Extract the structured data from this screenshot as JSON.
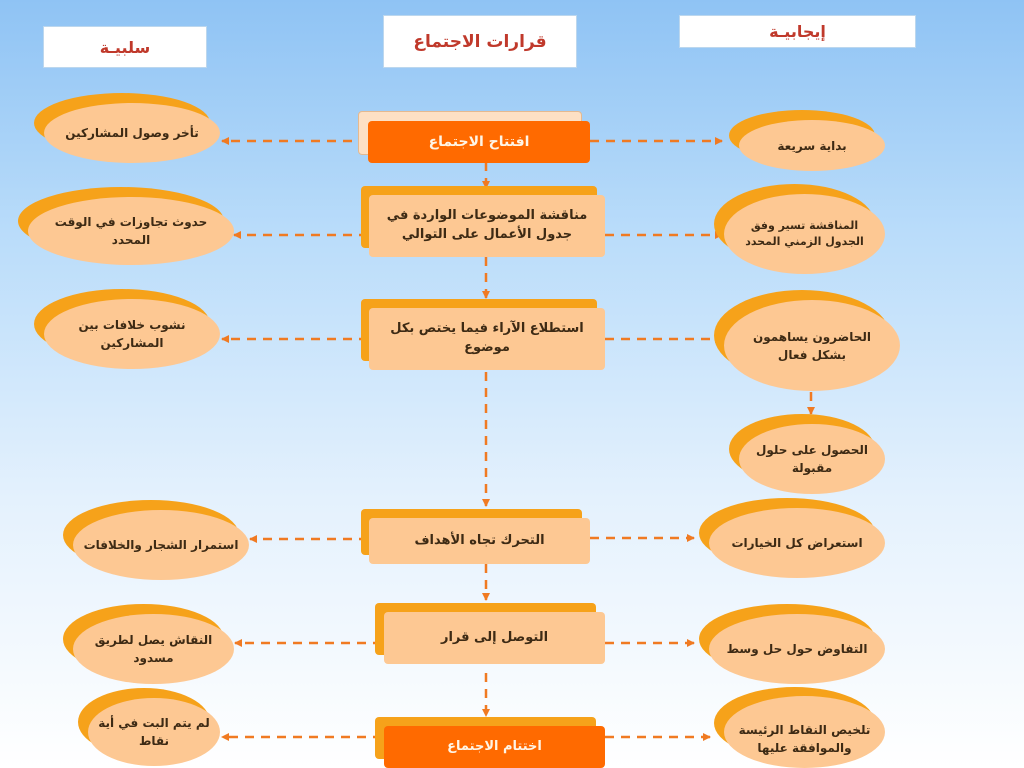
{
  "headers": {
    "negative": "سلبيـة",
    "title": "قرارات الاجتماع",
    "positive": "إيجابيـة"
  },
  "steps": [
    "افتتاح الاجتماع",
    "مناقشة الموضوعات الواردة في جدول الأعمال على التوالي",
    "استطلاع الآراء فيما يختص بكل موضوع",
    "التحرك تجاه  الأهداف",
    "التوصل إلى قرار",
    "اختتام الاجتماع"
  ],
  "negatives": [
    "تأخر وصول المشاركين",
    "حدوث تجاوزات في الوقت المحدد",
    "نشوب خلافات بين المشاركين",
    "استمرار الشجار والخلافات",
    "النقاش يصل لطريق مسدود",
    "لم يتم البت في أية نقاط"
  ],
  "positives": [
    "بداية سريعة",
    "المناقشة تسير وفق الجدول الزمني المحدد",
    "الحاضرون يساهمون بشكل فعال",
    "الحصول على حلول مقبولة",
    "استعراض كل الخيارات",
    "التفاوض حول حل وسط",
    "تلخيص النقاط الرئيسة والموافقة عليها"
  ],
  "colors": {
    "accent": "#ff6a00",
    "box_fill": "#fdc893",
    "box_shadow": "#f6a21a",
    "connector": "#f07a22",
    "header_text": "#c0392b"
  }
}
